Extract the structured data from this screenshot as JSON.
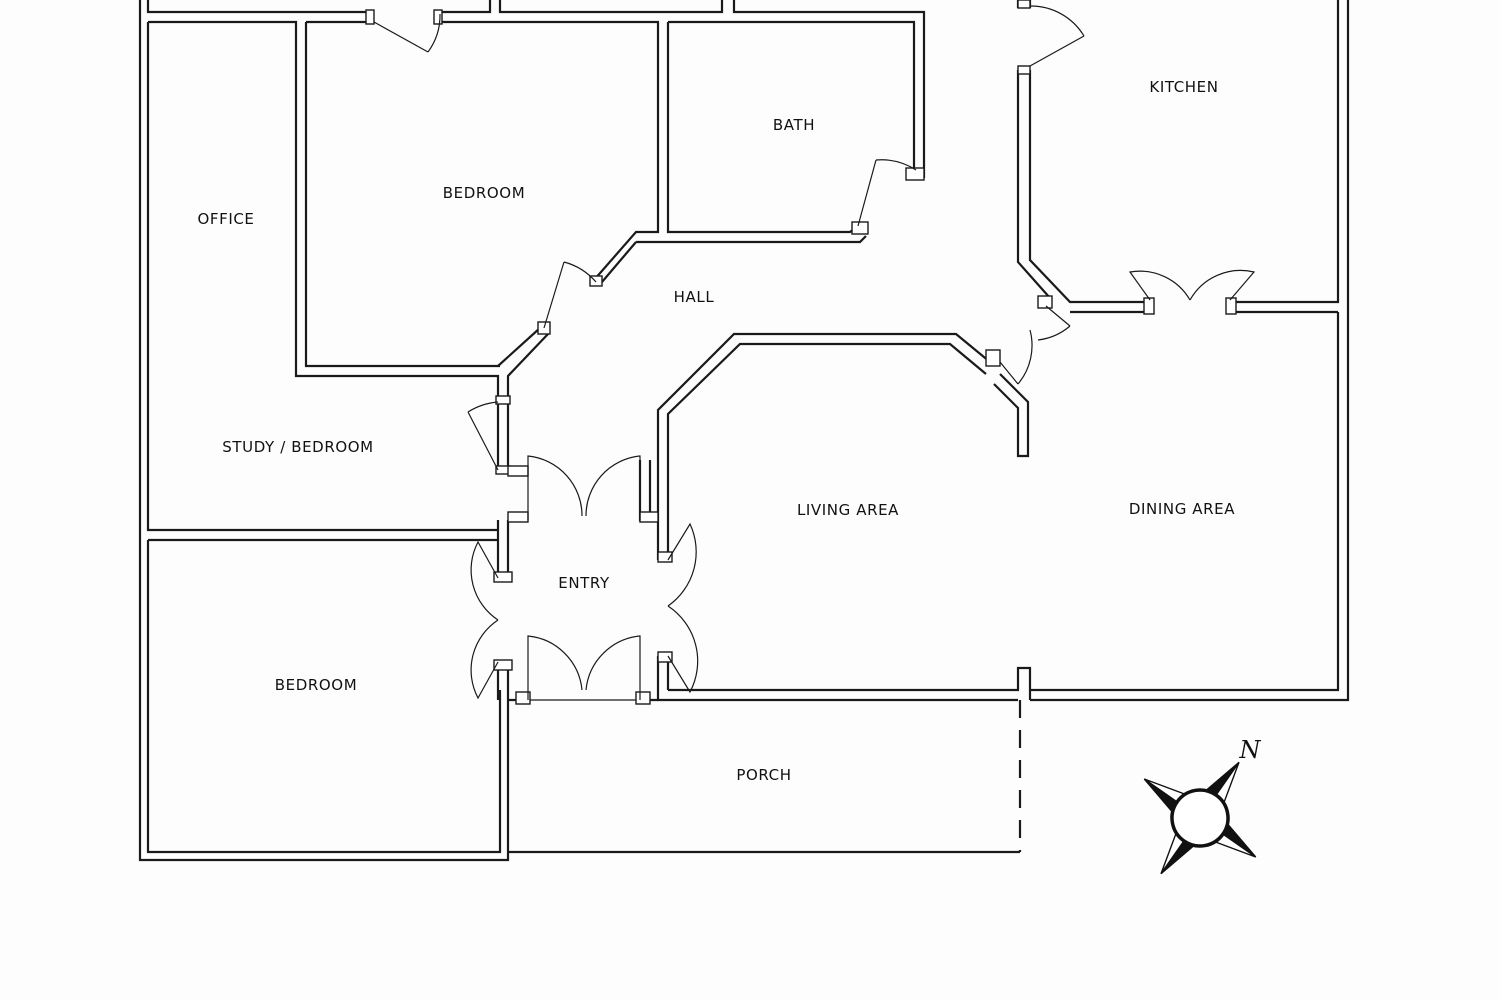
{
  "rooms": {
    "office": "OFFICE",
    "bedroom_top": "BEDROOM",
    "bath": "BATH",
    "kitchen": "KITCHEN",
    "hall": "HALL",
    "study": "STUDY / BEDROOM",
    "living": "LIVING AREA",
    "dining": "DINING AREA",
    "entry": "ENTRY",
    "bedroom_bottom": "BEDROOM",
    "porch": "PORCH"
  },
  "compass": {
    "north_letter": "N"
  }
}
